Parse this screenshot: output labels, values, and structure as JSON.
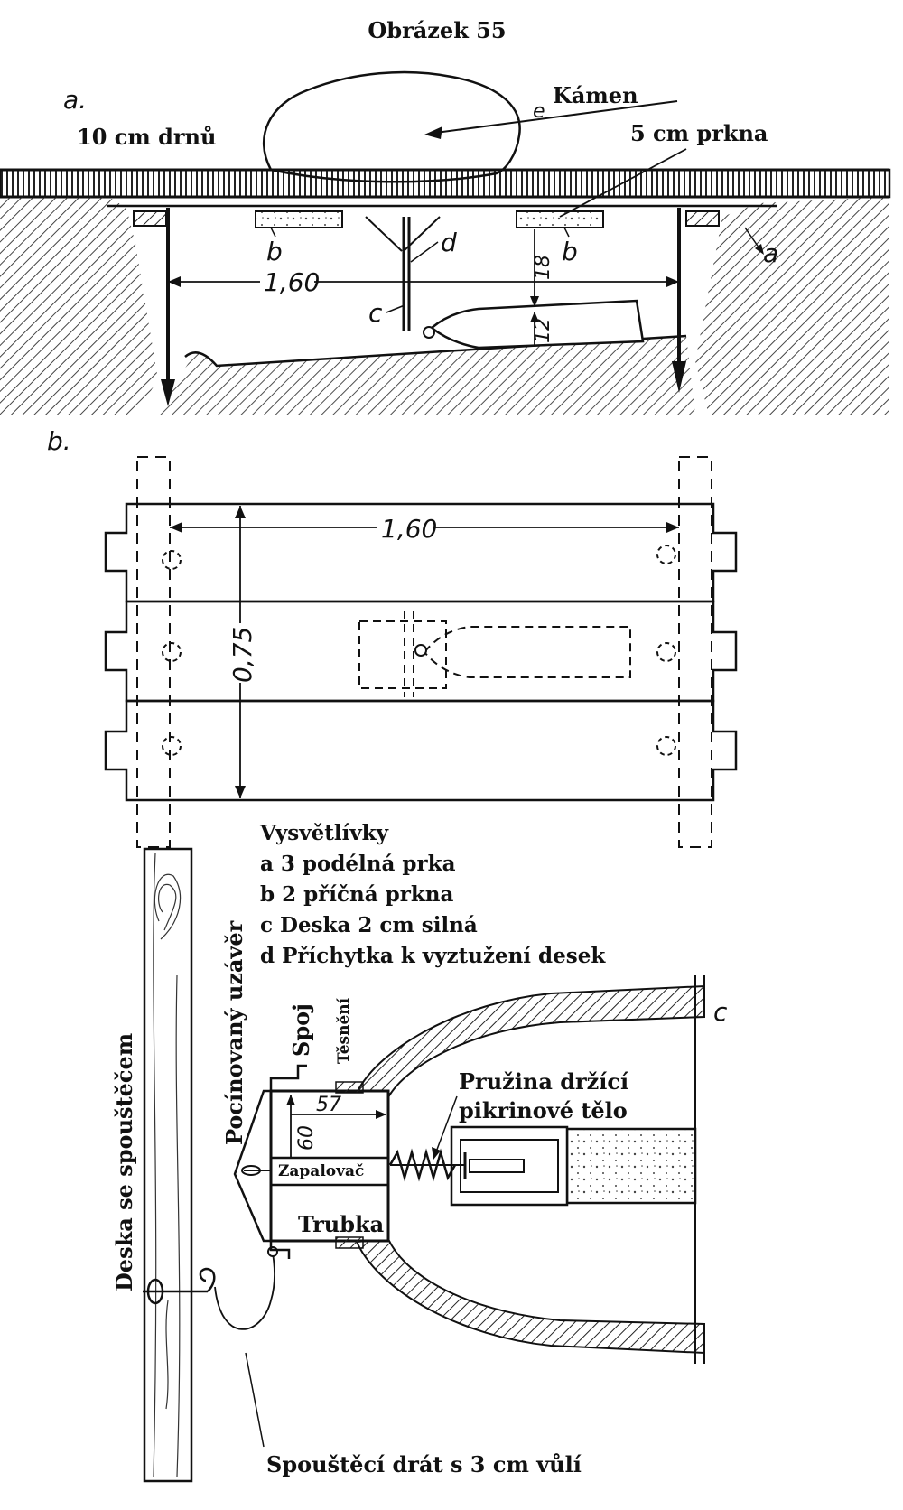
{
  "title": "Obrázek 55",
  "fig_a": {
    "panel_letter": "a.",
    "label_stone": "Kámen",
    "letter_e": "e",
    "label_turf": "10 cm drnů",
    "label_boards": "5 cm prkna",
    "letter_a": "a",
    "letter_b": "b",
    "letter_c": "c",
    "letter_d": "d",
    "dim_length": "1,60",
    "dim_18": "18",
    "dim_12": "12"
  },
  "fig_b": {
    "panel_letter": "b.",
    "dim_length": "1,60",
    "dim_width": "0,75"
  },
  "legend": {
    "title": "Vysvětlívky",
    "items": [
      "a 3 podélná prka",
      "b 2 příčná prkna",
      "c Deska 2 cm silná",
      "d Příchytka k vyztužení desek"
    ]
  },
  "fig_c": {
    "panel_letter": "c",
    "label_cap": "Pocínovaný uzávěr",
    "label_joint": "Spoj",
    "label_seal": "Těsnění",
    "label_spring": "Pružina držící",
    "label_spring2": "pikrinové tělo",
    "label_igniter": "Zapalovač",
    "label_tube": "Trubka",
    "label_board": "Deska se spouštěčem",
    "label_wire": "Spouštěcí drát s 3 cm vůlí",
    "dim_57": "57",
    "dim_60": "60"
  }
}
